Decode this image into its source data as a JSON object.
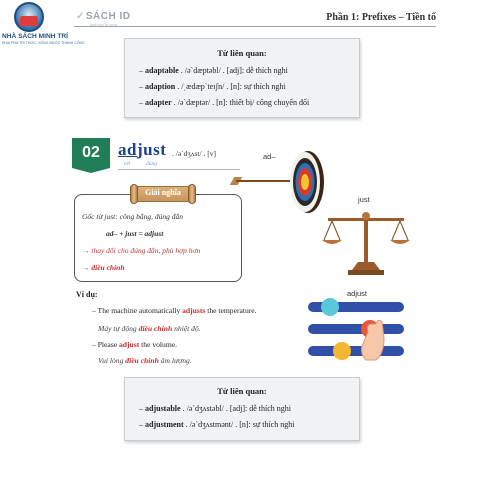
{
  "brand": {
    "publisher_name": "NHÀ SÁCH MINH TRÍ",
    "publisher_tagline": "KHAI PHÁ TRI THỨC, VỮNG BƯỚC THÀNH CÔNG",
    "series_logo": "SÁCH ID",
    "series_logo_tagline": "sách học từ vựng"
  },
  "header": {
    "section_title": "Phần 1: Prefixes – Tiền tố"
  },
  "related_top": {
    "title": "Từ liên quan:",
    "items": [
      {
        "word": "adaptable",
        "rest": " . /ə`dæptəbl/ . [adj]: dễ thích nghi"
      },
      {
        "word": "adaption",
        "rest": " . /ˌædæp`teɪʃn/ . [n]: sự thích nghi"
      },
      {
        "word": "adapter",
        "rest": " . /ə`dæptər/ . [n]: thiết bị/ công chuyển đổi"
      }
    ]
  },
  "entry": {
    "number": "02",
    "headword_prefix": "ad",
    "headword_root": "just",
    "pronunciation": ". /ə`dʒʌst/ . [v]",
    "note_prefix": "tới",
    "note_root": "đúng"
  },
  "meaning": {
    "banner": "Giải nghĩa",
    "root_line": "Gốc từ just: công bằng, đúng đắn",
    "formula": "ad– + just = adjust",
    "literal": "→ thay đổi cho đúng đắn, phù hợp hơn",
    "result": "→ điều chỉnh"
  },
  "examples": {
    "heading": "Ví dụ:",
    "items": [
      {
        "pre": "– The machine automatically ",
        "kw": "adjusts",
        "post": " the temperature."
      },
      {
        "pre": "Máy tự động ",
        "kw": "điều chỉnh",
        "post": " nhiệt độ."
      },
      {
        "pre": "– Please ",
        "kw": "adjust",
        "post": " the volume."
      },
      {
        "pre": "Vui lòng ",
        "kw": "điều chỉnh",
        "post": " âm lượng."
      }
    ]
  },
  "illustration_labels": {
    "target": "ad–",
    "scale": "just",
    "sliders": "adjust"
  },
  "related_bottom": {
    "title": "Từ liên quan:",
    "items": [
      {
        "word": "adjustable",
        "rest": " . /ə`dʒʌstəbl/ . [adj]: dễ thích nghi"
      },
      {
        "word": "adjustment",
        "rest": " . /ə`dʒʌstmənt/ . [n]: sự thích nghi"
      }
    ]
  },
  "colors": {
    "badge_green": "#1f7d58",
    "headword_blue": "#1e3f8a",
    "keyword_red": "#c42d2d",
    "box_gray": "#f0f2f4"
  }
}
